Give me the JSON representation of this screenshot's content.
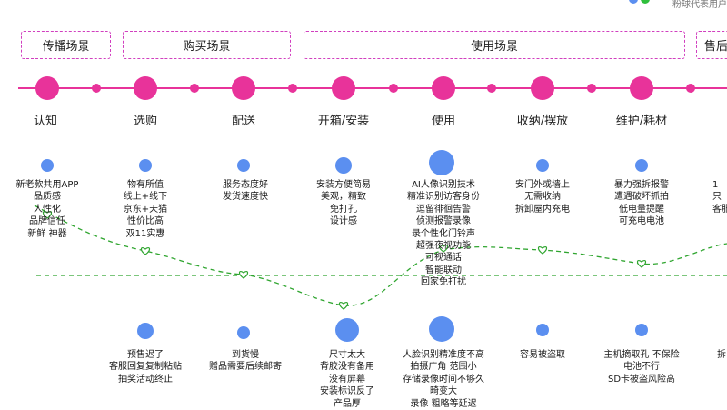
{
  "legend": {
    "text": "粉球代表用户",
    "blue_color": "#5b8ff0",
    "green_color": "#2fbf3c"
  },
  "colors": {
    "timeline": "#e8339a",
    "box_border": "#d13fbf",
    "bubble": "#5b8ff0",
    "curve": "#2fa52f"
  },
  "phases": [
    {
      "label": "传播场景"
    },
    {
      "label": "购买场景"
    },
    {
      "label": "使用场景"
    },
    {
      "label": "售后"
    }
  ],
  "stages": [
    {
      "label": "认知"
    },
    {
      "label": "选购"
    },
    {
      "label": "配送"
    },
    {
      "label": "开箱/安装"
    },
    {
      "label": "使用"
    },
    {
      "label": "收纳/摆放"
    },
    {
      "label": "维护/耗材"
    }
  ],
  "positive": [
    {
      "lines": [
        "新老款共用APP",
        "品质感",
        "人性化",
        "品牌信任",
        "新鲜 神器"
      ]
    },
    {
      "lines": [
        "物有所值",
        "线上+线下",
        "京东+天猫",
        "性价比高",
        "双11实惠"
      ]
    },
    {
      "lines": [
        "服务态度好",
        "发货速度快"
      ]
    },
    {
      "lines": [
        "安装方便简易",
        "美观，精致",
        "免打孔",
        "设计感"
      ]
    },
    {
      "lines": [
        "AI人像识别技术",
        "精准识别访客身份",
        "逗留徘徊告警",
        "侦测报警录像",
        "录个性化门铃声",
        "超强夜视功能",
        "可视通话",
        "智能联动",
        "回家免打扰"
      ]
    },
    {
      "lines": [
        "安门外或墙上",
        "无需收纳",
        "拆卸屋内充电"
      ]
    },
    {
      "lines": [
        "暴力强拆报警",
        "遭遇破坏抓拍",
        "低电量提醒",
        "可充电电池"
      ]
    }
  ],
  "positive_edge": [
    {
      "text": "1"
    },
    {
      "text": "只"
    },
    {
      "text": "客服"
    }
  ],
  "negative": [
    {
      "lines": [
        "预售迟了",
        "客服回复复制粘贴",
        "抽奖活动终止"
      ]
    },
    {
      "lines": [
        "到货慢",
        "赠品需要后续邮寄"
      ]
    },
    {
      "lines": [
        "尺寸太大",
        "背胶没有备用",
        "没有屏幕",
        "安装标识反了",
        "产品厚"
      ]
    },
    {
      "lines": [
        "人脸识别精准度不高",
        "拍摄广角 范围小",
        "存储录像时间不够久",
        "畸变大",
        "录像 粗略等延迟"
      ]
    },
    {
      "lines": [
        "容易被盗取"
      ]
    },
    {
      "lines": [
        "主机摘取孔 不保险",
        "电池不行",
        "SD卡被盗风险高"
      ]
    }
  ],
  "negative_edge": [
    {
      "text": "拆"
    }
  ]
}
